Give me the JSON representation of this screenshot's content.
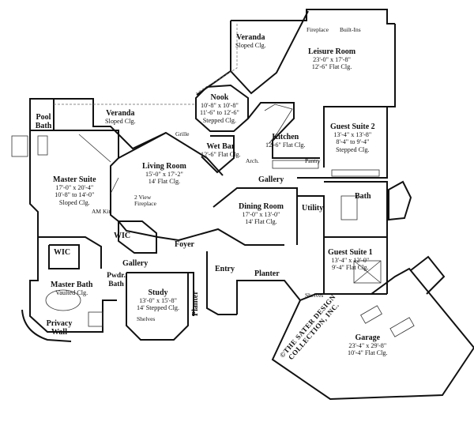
{
  "rooms": {
    "veranda_top": {
      "name": "Veranda",
      "dims": [
        "Sloped Clg."
      ]
    },
    "leisure": {
      "name": "Leisure Room",
      "dims": [
        "23'-0\" x 17'-8\"",
        "12'-6\" Flat Clg."
      ]
    },
    "nook": {
      "name": "Nook",
      "dims": [
        "10'-8\" x 10'-8\"",
        "11'-6\" to 12'-6\"",
        "Stepped Clg."
      ]
    },
    "pool_bath": {
      "name": "Pool Bath",
      "dims": []
    },
    "veranda_left": {
      "name": "Veranda",
      "dims": [
        "Sloped Clg."
      ]
    },
    "kitchen": {
      "name": "Kitchen",
      "dims": [
        "12'-6\" Flat Clg."
      ]
    },
    "guest_suite_2": {
      "name": "Guest Suite 2",
      "dims": [
        "13'-4\" x 13'-8\"",
        "8'-4\" to 9'-4\"",
        "Stepped Clg."
      ]
    },
    "wet_bar": {
      "name": "Wet Bar",
      "dims": [
        "12'-6\" Flat Clg."
      ]
    },
    "living": {
      "name": "Living Room",
      "dims": [
        "15'-0\" x 17'-2\"",
        "14' Flat Clg."
      ]
    },
    "master_suite": {
      "name": "Master Suite",
      "dims": [
        "17'-0\" x 20'-4\"",
        "10'-8\" to 14'-0\"",
        "Sloped Clg."
      ]
    },
    "gallery_top": {
      "name": "Gallery",
      "dims": []
    },
    "bath": {
      "name": "Bath",
      "dims": []
    },
    "dining": {
      "name": "Dining Room",
      "dims": [
        "17'-0\" x 13'-0\"",
        "14' Flat Clg."
      ]
    },
    "utility": {
      "name": "Utility",
      "dims": []
    },
    "wic_upper": {
      "name": "WIC",
      "dims": []
    },
    "foyer": {
      "name": "Foyer",
      "dims": []
    },
    "wic_left": {
      "name": "WIC",
      "dims": []
    },
    "guest_suite_1": {
      "name": "Guest Suite 1",
      "dims": [
        "13'-4\" x 12'-0\"",
        "9'-4\" Flat Clg."
      ]
    },
    "gallery_low": {
      "name": "Gallery",
      "dims": []
    },
    "entry": {
      "name": "Entry",
      "dims": []
    },
    "planter_right": {
      "name": "Planter",
      "dims": []
    },
    "master_bath": {
      "name": "Master Bath",
      "dims": [
        "Vaulted Clg."
      ]
    },
    "pwdr_bath": {
      "name": "Pwdr. Bath",
      "dims": []
    },
    "study": {
      "name": "Study",
      "dims": [
        "13'-0\" x 15'-8\"",
        "14' Stepped Clg."
      ]
    },
    "planter_left": {
      "name": "Planter",
      "dims": []
    },
    "privacy_wall": {
      "name": "Privacy Wall",
      "dims": []
    },
    "garage": {
      "name": "Garage",
      "dims": [
        "23'-4\" x 29'-8\"",
        "10'-4\" Flat Clg."
      ]
    }
  },
  "notes": {
    "fireplace": "Fireplace",
    "built_ins": "Built-Ins",
    "grille": "Grille",
    "arch": "Arch.",
    "pantry": "Pantry",
    "am_kit": "AM Kit.",
    "view_fireplace": [
      "2 View",
      "Fireplace"
    ],
    "shelves_study": "Shelves",
    "shelves_garage": "Shelves"
  },
  "watermark": [
    "©THE SATER DESIGN",
    "COLLECTION, INC."
  ]
}
